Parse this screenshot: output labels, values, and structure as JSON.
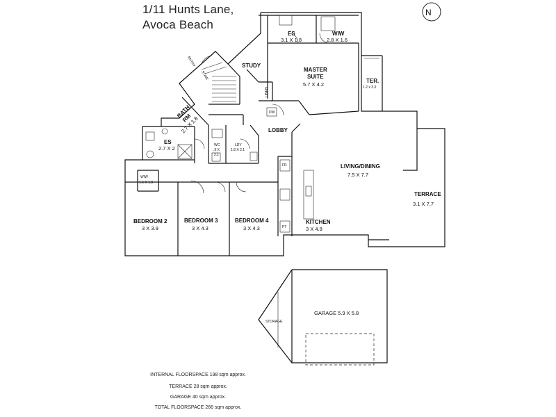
{
  "address": {
    "line1": "1/11 Hunts Lane,",
    "line2": "Avoca Beach"
  },
  "compass": {
    "letter": "N",
    "icon": "north-arrow-icon"
  },
  "rooms": {
    "es_top": {
      "name": "ES",
      "size": "3.1 X 1.8"
    },
    "wiw_top": {
      "name": "WIW",
      "size": "2.8 X 1.6"
    },
    "master": {
      "name1": "MASTER",
      "name2": "SUITE",
      "size": "5.7 X 4.2"
    },
    "study": {
      "name": "STUDY"
    },
    "ter": {
      "name": "TER.",
      "size": "1.2 x 3.3"
    },
    "linen": {
      "name": "LINEN"
    },
    "entry": {
      "name": "ENTRY"
    },
    "stair": {
      "name": "STAIR"
    },
    "lobby": {
      "name": "LOBBY"
    },
    "bath": {
      "name1": "BATH",
      "name2": "RM",
      "size": "2.7 X 1.8"
    },
    "es_left": {
      "name": "ES",
      "size": "2.7 X 2"
    },
    "wc": {
      "name": "WC",
      "size": ".9 X",
      "size2": "2.1"
    },
    "ldy": {
      "name": "LDY",
      "size": "1.8 X 2.1"
    },
    "wiw_left": {
      "name": "WIW",
      "size": "1.6 X 1.8"
    },
    "bed2": {
      "name": "BEDROOM 2",
      "size": "3 X 3.9"
    },
    "bed3": {
      "name": "BEDROOM 3",
      "size": "3 X 4.3"
    },
    "bed4": {
      "name": "BEDROOM 4",
      "size": "3 X 4.3"
    },
    "living": {
      "name": "LIVING/DINING",
      "size": "7.5 X 7.7"
    },
    "kitchen": {
      "name": "KITCHEN",
      "size": "3 X 4.8"
    },
    "terrace": {
      "name": "TERRACE",
      "size": "3.1 X 7.7"
    },
    "garage": {
      "name": "GARAGE 5.9 X 5.8"
    },
    "storage": {
      "name": "STORAGE"
    },
    "fixtures": {
      "fr": "FR",
      "pt": "PT",
      "dw": "DW"
    }
  },
  "notes": {
    "internal": "INTERNAL FLOORSPACE 198 sqm approx.",
    "terrace": "TERRACE 28 sqm approx.",
    "garage": "GARAGE 40 sqm approx.",
    "total": "TOTAL FLOORSPACE 266 sqm approx."
  }
}
